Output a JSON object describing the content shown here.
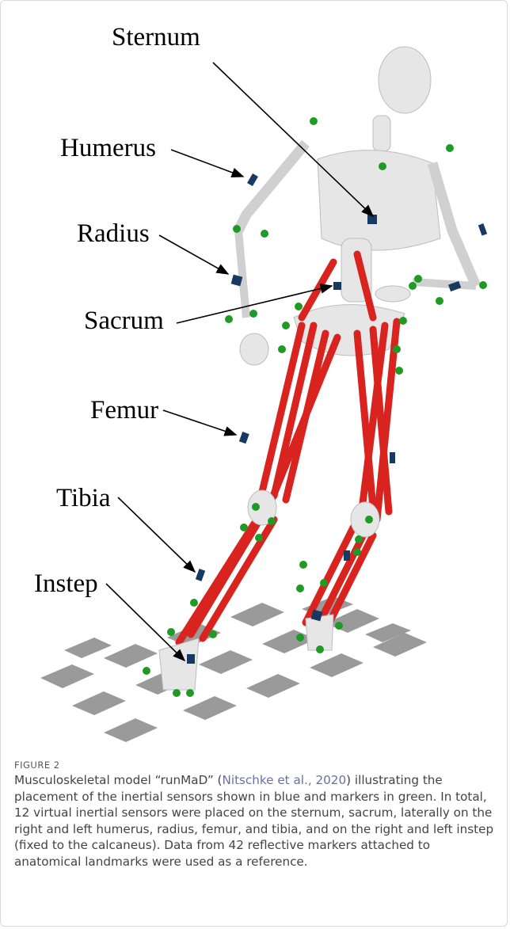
{
  "labels": {
    "sternum": "Sternum",
    "humerus": "Humerus",
    "radius": "Radius",
    "sacrum": "Sacrum",
    "femur": "Femur",
    "tibia": "Tibia",
    "instep": "Instep"
  },
  "colors": {
    "muscle": "#d8231f",
    "bone": "#e6e6e6",
    "marker": "#1f9a24",
    "sensor": "#173a63",
    "floor": "#9a9a9a"
  },
  "caption": {
    "figure_label": "FIGURE 2",
    "text_before": "Musculoskeletal model “runMaD” (",
    "citation": "Nitschke et al., 2020",
    "text_after": ") illustrating the placement of the inertial sensors shown in blue and markers in green. In total, 12 virtual inertial sensors were placed on the sternum, sacrum, laterally on the right and left humerus, radius, femur, and tibia, and on the right and left instep (fixed to the calcaneus). Data from 42 reflective markers attached to anatomical landmarks were used as a reference."
  }
}
